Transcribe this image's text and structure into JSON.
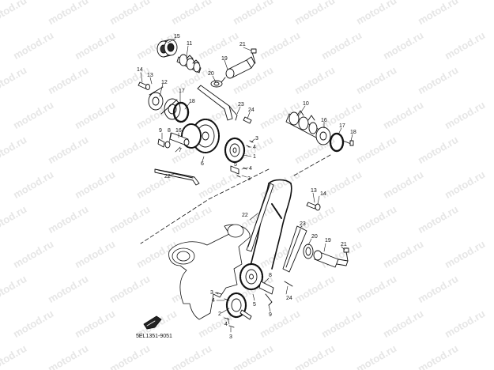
{
  "watermark": "motod.ru",
  "diagram_code": "5EL1351-9051",
  "callouts": {
    "c15": "15",
    "c11": "11",
    "c21a": "21",
    "c19a": "19",
    "c20a": "20",
    "c14a": "14",
    "c13a": "13",
    "c12": "12",
    "c17a": "17",
    "c18a": "18",
    "c23a": "23",
    "c24a": "24",
    "c10": "10",
    "c16a": "16",
    "c17b": "17",
    "c18b": "18",
    "c9a": "9",
    "c8a": "8",
    "c16b": "16",
    "c7": "7",
    "c6": "6",
    "c3a": "3",
    "c4a": "4",
    "c1": "1",
    "c5a": "5",
    "c4b": "4",
    "c3b": "3",
    "c22": "22",
    "c13b": "13",
    "c14b": "14",
    "c23b": "23",
    "c20b": "20",
    "c19b": "19",
    "c21b": "21",
    "c8b": "8",
    "c24b": "24",
    "c3c": "3",
    "c4c": "4",
    "c5b": "5",
    "c2": "2",
    "c9b": "9",
    "c4d": "4",
    "c3d": "3"
  },
  "icons": {
    "front_arrow": "front-direction-arrow-icon"
  },
  "colors": {
    "line": "#111111",
    "watermark": "#e6e6e6"
  }
}
